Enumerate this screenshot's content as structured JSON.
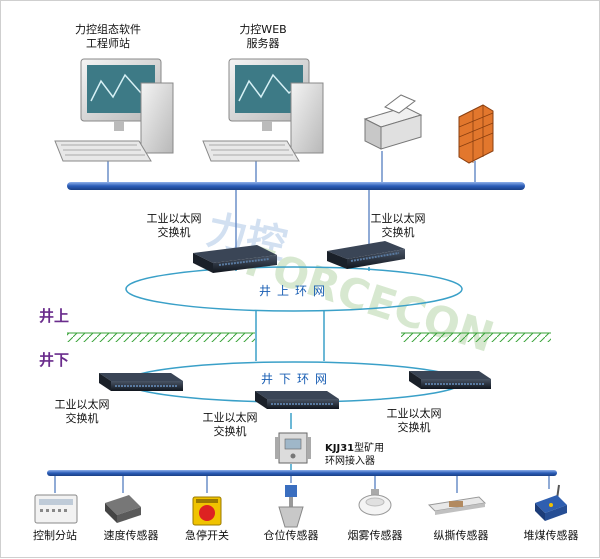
{
  "workstation": {
    "line1": "力控组态软件",
    "line2": "工程师站"
  },
  "webserver": {
    "line1": "力控WEB",
    "line2": "服务器"
  },
  "switches": [
    {
      "line1": "工业以太网",
      "line2": "交换机"
    },
    {
      "line1": "工业以太网",
      "line2": "交换机"
    },
    {
      "line1": "工业以太网",
      "line2": "交换机"
    },
    {
      "line1": "工业以太网",
      "line2": "交换机"
    },
    {
      "line1": "工业以太网",
      "line2": "交换机"
    }
  ],
  "rings": {
    "upper": "井上环网",
    "lower": "井下环网"
  },
  "zones": {
    "above": "井上",
    "below": "井下"
  },
  "watermark": "FORCECON",
  "access": {
    "model": "KJJ31",
    "line1_suffix": "型矿用",
    "line2": "环网接入器"
  },
  "devices": [
    "控制分站",
    "速度传感器",
    "急停开关",
    "仓位传感器",
    "烟雾传感器",
    "纵撕传感器",
    "堆煤传感器"
  ],
  "colors": {
    "bus": "#2b5db8",
    "ring": "#3aa0c8",
    "zone": "#6a2c8c",
    "switch": "#1c2430",
    "hatch": "#3aa33a"
  }
}
